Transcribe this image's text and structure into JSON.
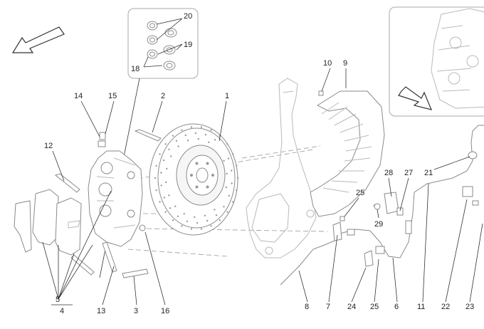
{
  "labels": {
    "l1": "1",
    "l2": "2",
    "l3": "3",
    "l4": "4",
    "l5": "5",
    "l6": "6",
    "l7": "7",
    "l8": "8",
    "l9": "9",
    "l10": "10",
    "l11": "11",
    "l12": "12",
    "l13": "13",
    "l14": "14",
    "l15": "15",
    "l16": "16",
    "l18": "18",
    "l19": "19",
    "l20": "20",
    "l21": "21",
    "l22": "22",
    "l23": "23",
    "l24": "24",
    "l25a": "25",
    "l25b": "25",
    "l27": "27",
    "l28": "28",
    "l29": "29"
  }
}
